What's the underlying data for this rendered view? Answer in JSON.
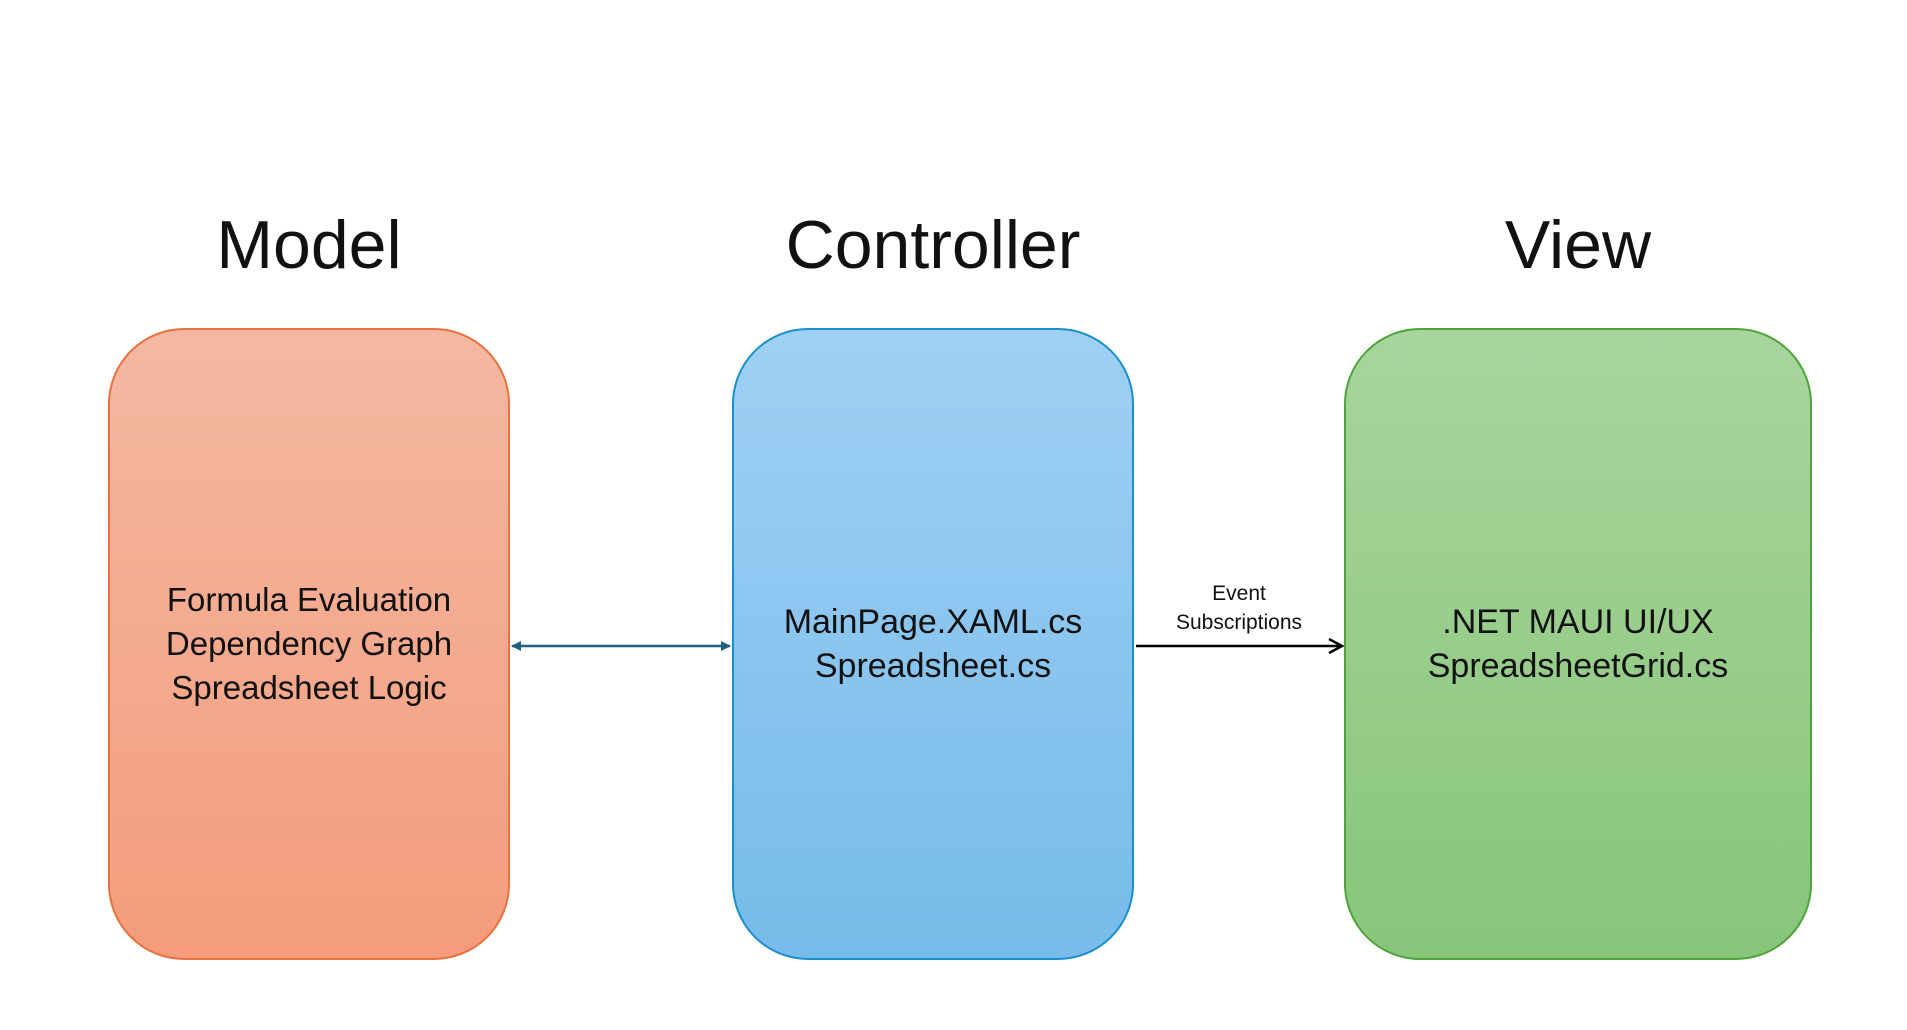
{
  "headings": {
    "model": "Model",
    "controller": "Controller",
    "view": "View"
  },
  "boxes": {
    "model": {
      "lines": [
        "Formula Evaluation",
        "Dependency Graph",
        "Spreadsheet Logic"
      ],
      "fill": "#f4a98c",
      "border": "#e8713e"
    },
    "controller": {
      "lines": [
        "MainPage.XAML.cs",
        "Spreadsheet.cs"
      ],
      "fill": "#8cc5ee",
      "border": "#1a8fce"
    },
    "view": {
      "lines": [
        ".NET MAUI UI/UX",
        "SpreadsheetGrid.cs"
      ],
      "fill": "#98cd8b",
      "border": "#4ea43b"
    }
  },
  "edges": {
    "model_controller": {
      "direction": "bidirectional",
      "color": "#1f5f80"
    },
    "controller_view": {
      "direction": "controller-to-view",
      "color": "#000000",
      "label_lines": [
        "Event",
        "Subscriptions"
      ]
    }
  }
}
